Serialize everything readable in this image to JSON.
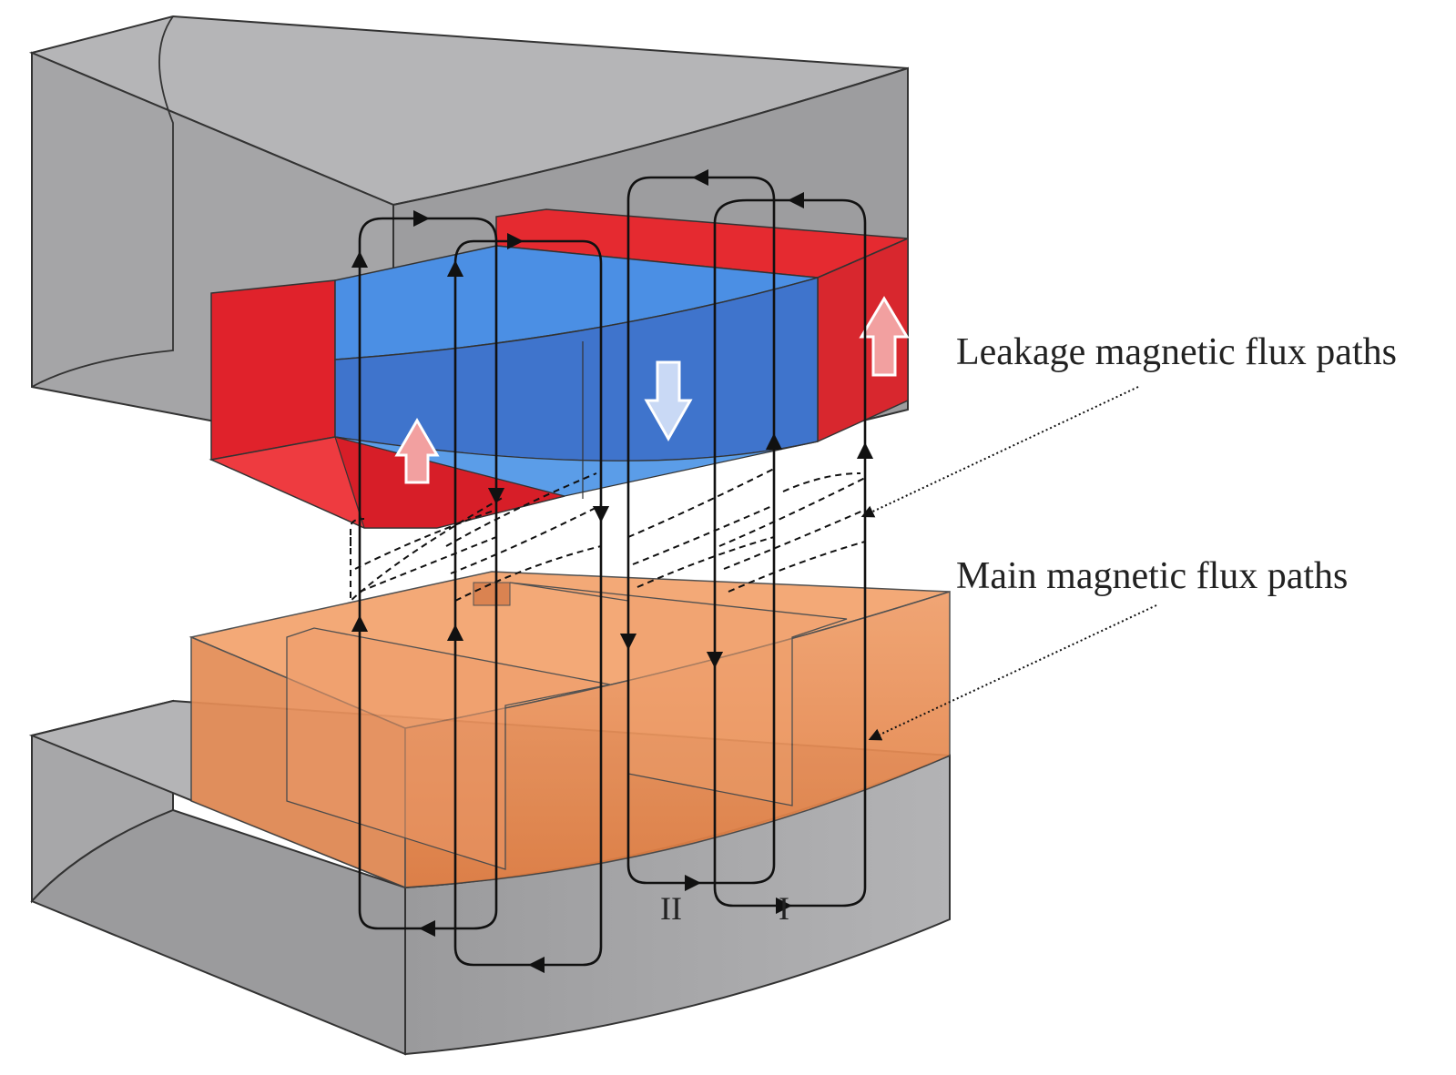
{
  "labels": {
    "leakage": "Leakage magnetic flux paths",
    "main": "Main magnetic flux paths",
    "path_two": "II",
    "path_one": "I"
  },
  "colors": {
    "core_gray": "#a9a9ab",
    "core_gray_dark": "#8e8e90",
    "magnet_red": "#e0222b",
    "magnet_blue": "#3b7fd9",
    "translator_orange": "#e98b52",
    "arrow_up": "#f2a0a0",
    "arrow_down": "#c9d9f5",
    "flux_line": "#111111"
  },
  "icons": {
    "magnet_up_arrow": "up-arrow-icon",
    "magnet_down_arrow": "down-arrow-icon"
  }
}
